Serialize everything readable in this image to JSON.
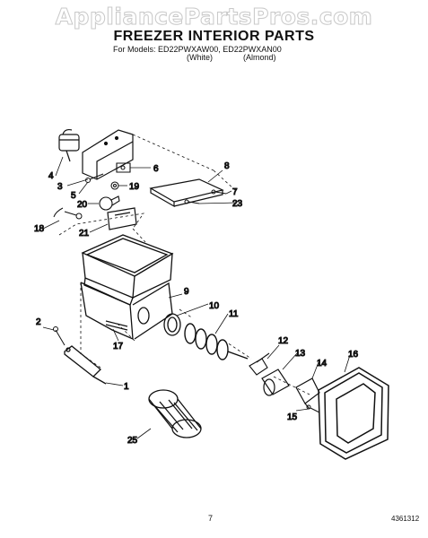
{
  "watermark": "AppliancePartsPros.com",
  "title": "FREEZER INTERIOR PARTS",
  "models_line": "For Models: ED22PWXAW00, ED22PWXAN00",
  "variants": [
    "(White)",
    "(Almond)"
  ],
  "callouts": [
    "1",
    "2",
    "3",
    "4",
    "5",
    "6",
    "7",
    "8",
    "9",
    "10",
    "11",
    "12",
    "13",
    "14",
    "15",
    "16",
    "17",
    "18",
    "19",
    "20",
    "21",
    "23",
    "25"
  ],
  "page_number": "7",
  "document_number": "4361312"
}
